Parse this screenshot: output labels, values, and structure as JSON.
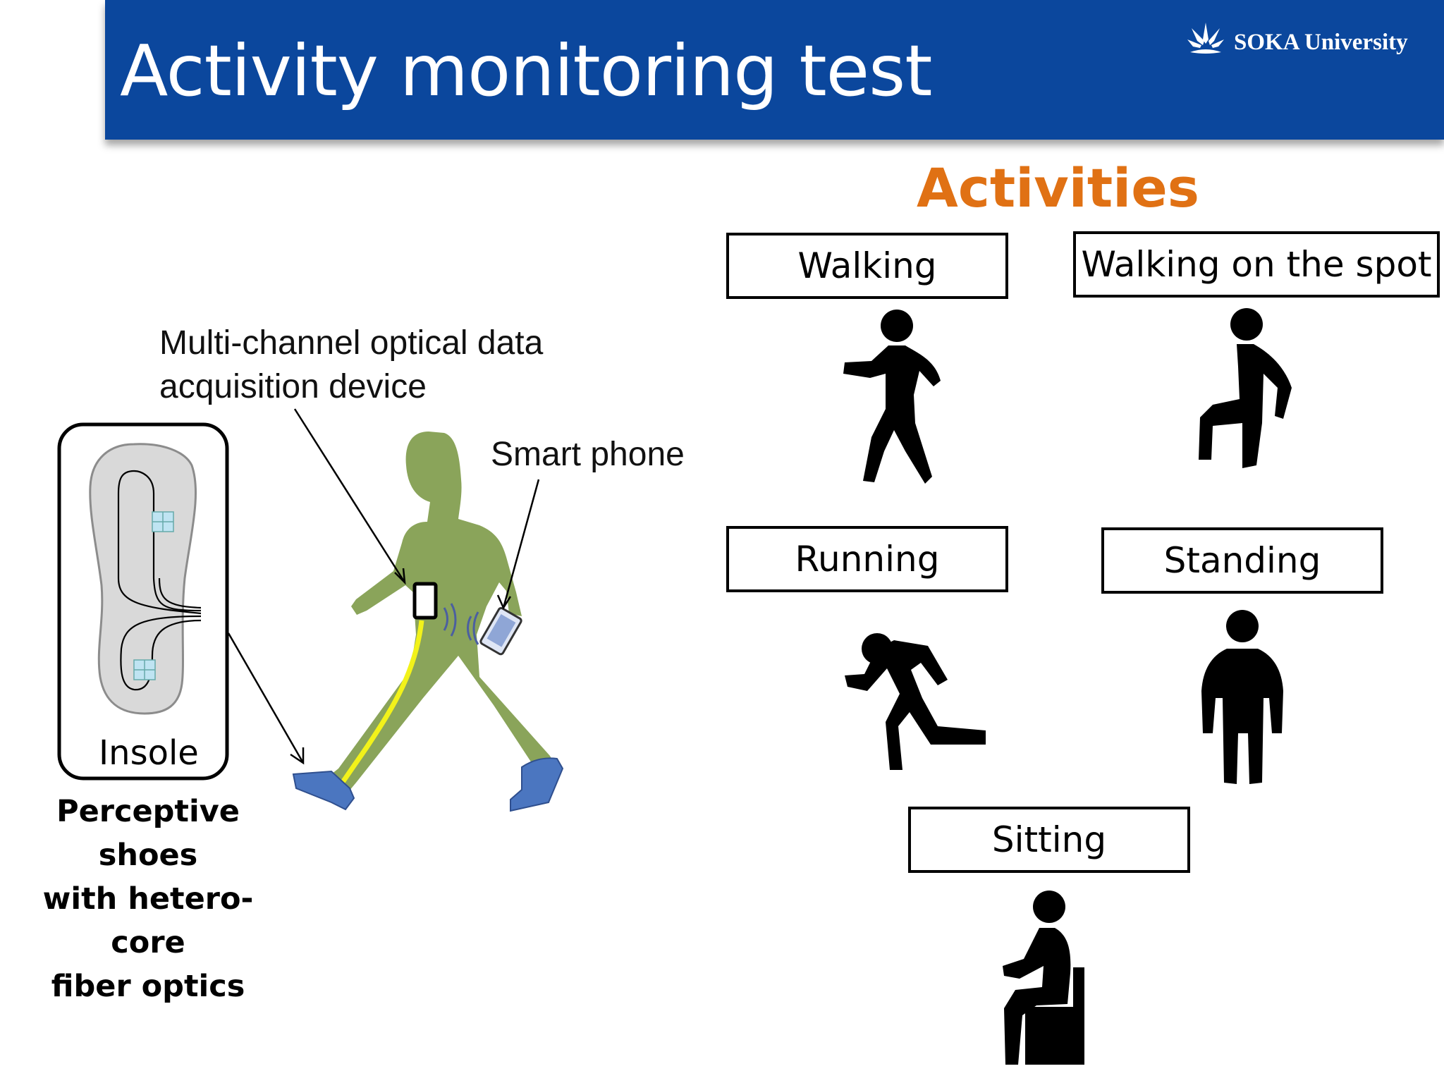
{
  "header": {
    "title": "Activity monitoring test",
    "logo_text": "SOKA University",
    "colors": {
      "bar": "#0b479d",
      "text": "#ffffff"
    }
  },
  "setup": {
    "device_label_line1": "Multi-channel optical data",
    "device_label_line2": "acquisition device",
    "phone_label": "Smart phone",
    "insole_label": "Insole",
    "caption_lines": [
      "Perceptive shoes",
      "with hetero-core",
      "fiber optics"
    ],
    "colors": {
      "body": "#8aa45a",
      "shoe": "#4b76c0",
      "fiber": "#f2f21a"
    }
  },
  "activities": {
    "heading": "Activities",
    "heading_color": "#e07114",
    "items": [
      {
        "label": "Walking",
        "icon": "walking-person-icon"
      },
      {
        "label": "Walking on the spot",
        "icon": "marching-person-icon"
      },
      {
        "label": "Running",
        "icon": "running-person-icon"
      },
      {
        "label": "Standing",
        "icon": "standing-person-icon"
      },
      {
        "label": "Sitting",
        "icon": "sitting-person-icon"
      }
    ]
  }
}
